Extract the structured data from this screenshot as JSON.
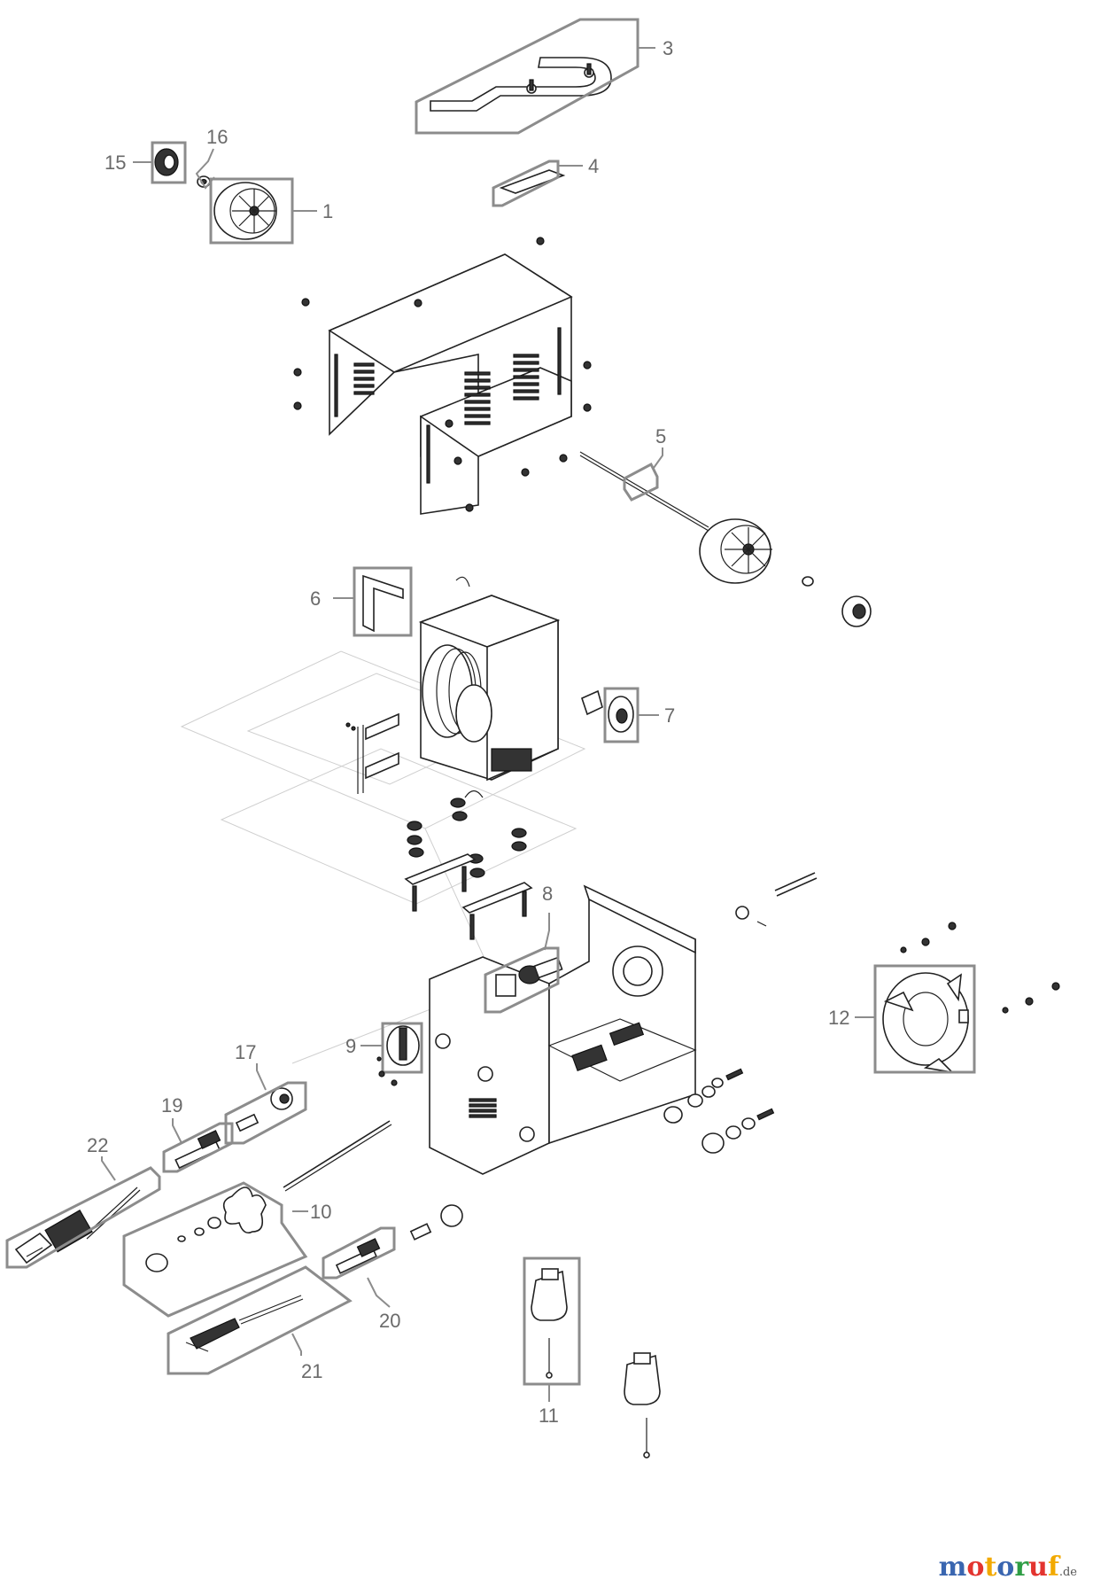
{
  "callouts": {
    "c1": "1",
    "c3": "3",
    "c4": "4",
    "c5": "5",
    "c6": "6",
    "c7": "7",
    "c8": "8",
    "c9": "9",
    "c10": "10",
    "c11": "11",
    "c12": "12",
    "c15": "15",
    "c16": "16",
    "c17": "17",
    "c19": "19",
    "c20": "20",
    "c21": "21",
    "c22": "22"
  },
  "watermark": {
    "name": "motoruf",
    "tld": ".de",
    "colors": [
      "#3a66b0",
      "#e3342f",
      "#f2a900",
      "#3a66b0",
      "#2e9d44",
      "#e3342f",
      "#f2a900"
    ]
  }
}
